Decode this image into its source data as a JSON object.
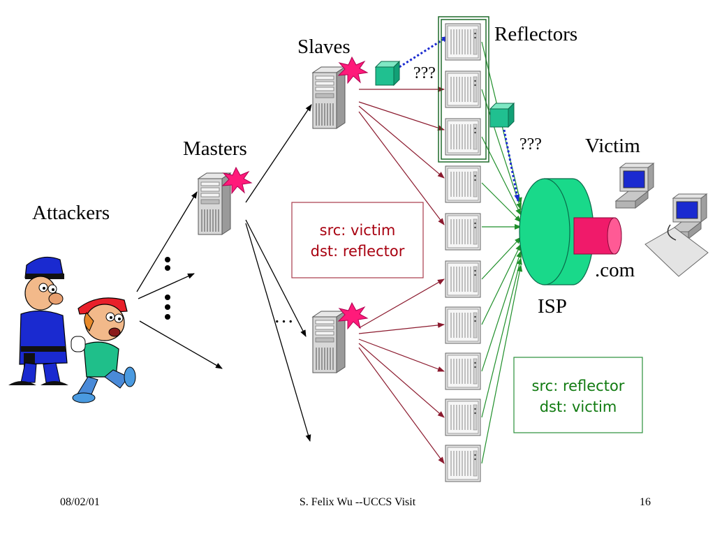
{
  "labels": {
    "slaves": "Slaves",
    "reflectors": "Reflectors",
    "masters": "Masters",
    "attackers": "Attackers",
    "victim": "Victim",
    "isp": "ISP",
    "dotcom": ".com",
    "unknown_1": "???",
    "unknown_2": "???",
    "ellipsis_masters": "…",
    "ellipsis_slaves": "…"
  },
  "boxes": {
    "attack_packet_line1": "src: victim",
    "attack_packet_line2": "dst: reflector",
    "reply_packet_line1": "src: reflector",
    "reply_packet_line2": "dst: victim"
  },
  "footer": {
    "date": "08/02/01",
    "author": "S. Felix Wu --UCCS Visit",
    "page": "16"
  },
  "colors": {
    "attack_arrow": "#8b1a2e",
    "reply_arrow": "#1f8f2a",
    "packet_box_red": "#a83a4a",
    "packet_box_green": "#2a8f3a",
    "isp_green": "#19d98a",
    "pipe_pink": "#f01a6a",
    "explosion": "#ff1a7a",
    "packet_cube": "#20c090",
    "dotted_link": "#1a2ad0"
  }
}
